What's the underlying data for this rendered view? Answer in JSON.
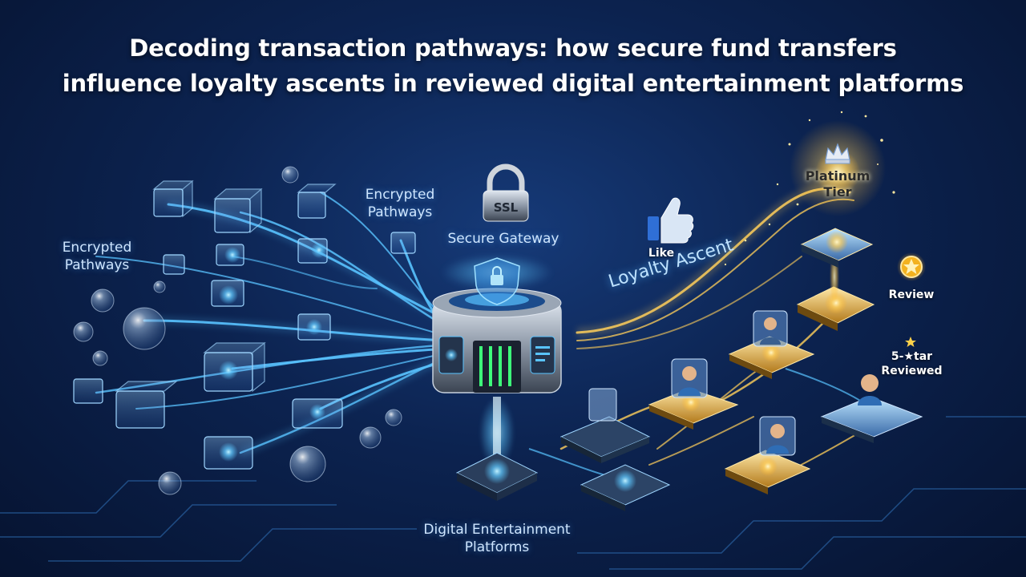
{
  "title": {
    "line1": "Decoding transaction pathways: how secure fund transfers",
    "line2": "influence loyalty ascents in reviewed digital entertainment platforms"
  },
  "labels": {
    "encrypted_left": "Encrypted Pathways",
    "encrypted_top": "Encrypted Pathways",
    "ssl": "SSL",
    "secure_gateway": "Secure Gateway",
    "like": "Like",
    "loyalty_ascent": "Loyalty Ascent",
    "platinum_tier": "Platinum Tier",
    "review": "Review",
    "five_star": "5-★tar Reviewed",
    "platforms": "Digital Entertainment Platforms"
  },
  "colors": {
    "background": "#0c2350",
    "cyan_glow": "#5ec8ff",
    "gold_glow": "#ffcf5a",
    "green_led": "#3dff7a"
  },
  "icons": [
    "padlock-icon",
    "thumbs-up-icon",
    "crown-icon",
    "star-badge-icon",
    "shield-icon"
  ]
}
